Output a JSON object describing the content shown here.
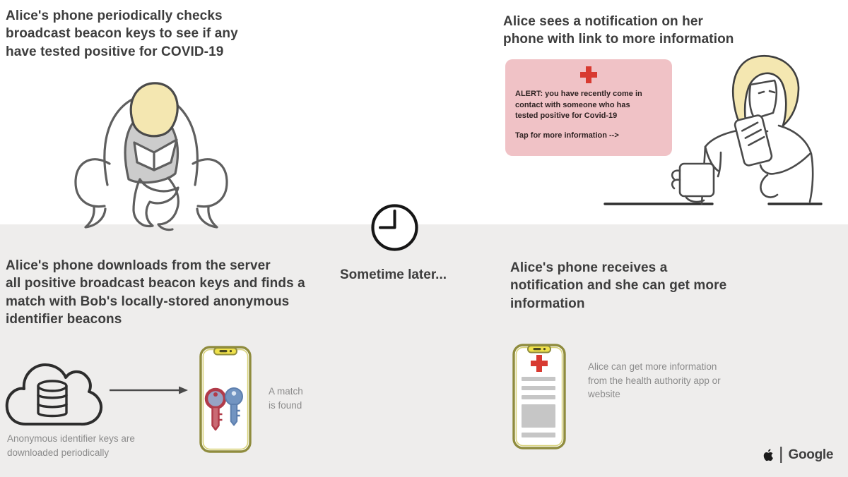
{
  "steps": {
    "step1": {
      "heading": "Alice's phone periodically checks\nbroadcast beacon keys to see if any\nhave tested positive for COVID-19"
    },
    "step2": {
      "heading": "Alice sees a notification on her\nphone with link to more information",
      "alert_body": "ALERT:  you have recently come in\ncontact with someone who has\ntested positive for Covid-19",
      "alert_cta": "Tap for more information -->"
    },
    "step3": {
      "heading": "Alice's phone downloads from the server\nall positive broadcast beacon keys and finds a\nmatch with Bob's locally-stored anonymous\nidentifier beacons",
      "cloud_caption": "Anonymous identifier keys are\ndownloaded periodically",
      "match_caption": "A match\nis found"
    },
    "step4": {
      "heading": "Alice's phone receives a\nnotification and she can get more\ninformation",
      "info_caption": "Alice can get more information\nfrom the health authority app or\nwebsite"
    }
  },
  "divider": {
    "label": "Sometime later..."
  },
  "footer": {
    "separator": "|",
    "google_brand": "Google"
  },
  "icons": {
    "clock": "clock-icon",
    "cloud_database": "cloud-database-icon",
    "download_arrow": "arrow-right-icon",
    "red_key": "red-key-icon",
    "blue_key": "blue-key-icon",
    "medical_cross": "medical-cross-icon",
    "apple_logo": "apple-logo-icon"
  },
  "colors": {
    "lower_band_bg": "#eeedec",
    "heading_text": "#3d3d3d",
    "caption_text": "#8b8b8b",
    "alert_bg": "#f0c2c6",
    "cross_red": "#d83a31",
    "phone_frame": "#8f8c3e",
    "phone_notch": "#efe14a",
    "key_red": "#b13b49",
    "key_blue": "#7294c1",
    "hair_yellow": "#f4e7b1"
  }
}
